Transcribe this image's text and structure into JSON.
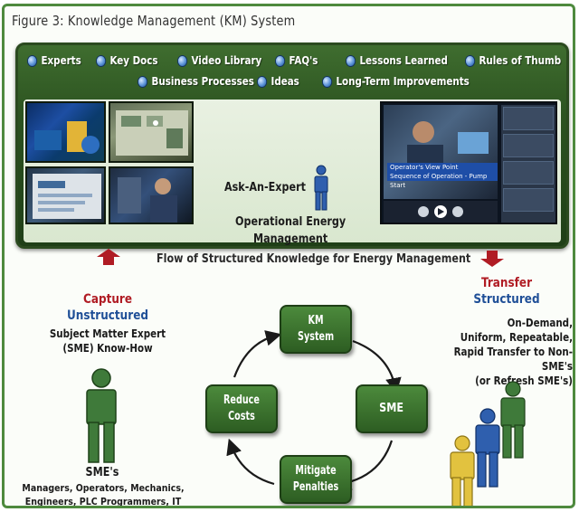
{
  "figure_title": "Figure 3: Knowledge Management (KM) System",
  "km_links": [
    "Experts",
    "Key Docs",
    "Video Library",
    "FAQ's",
    "Lessons Learned",
    "Rules of Thumb",
    "Business Processes",
    "Ideas",
    "Long-Term Improvements"
  ],
  "center": {
    "ask": "Ask-An-Expert",
    "oek_line1": "Operational Energy",
    "oek_line2": "Management Knowledge"
  },
  "video": {
    "caption_line1": "Operator's View Point",
    "caption_line2": "Sequence of Operation - Pump Start"
  },
  "flow_label": "Flow of Structured Knowledge for Energy Management",
  "left": {
    "capture": "Capture",
    "unstructured": "Unstructured",
    "sme_line1": "Subject Matter Expert",
    "sme_line2": "(SME) Know-How",
    "smes_title": "SME's",
    "smes_line1": "Managers, Operators, Mechanics,",
    "smes_line2": "Engineers, PLC Programmers, IT"
  },
  "right": {
    "transfer": "Transfer",
    "structured": "Structured",
    "line1": "On-Demand,",
    "line2": "Uniform, Repeatable,",
    "line3": "Rapid Transfer to Non-SME's",
    "line4": "(or Refresh SME's)"
  },
  "cycle": {
    "km_line1": "KM",
    "km_line2": "System",
    "sme": "SME",
    "mitigate_line1": "Mitigate",
    "mitigate_line2": "Penalties",
    "reduce_line1": "Reduce",
    "reduce_line2": "Costs"
  },
  "colors": {
    "frame_green": "#4e8a3e",
    "panel_green": "#2c5320",
    "capture_red": "#b01c24",
    "transfer_blue": "#1f4f97",
    "figure_green": "#3f7a3a",
    "figure_blue": "#2f5fae",
    "figure_yellow": "#e2c23f"
  }
}
